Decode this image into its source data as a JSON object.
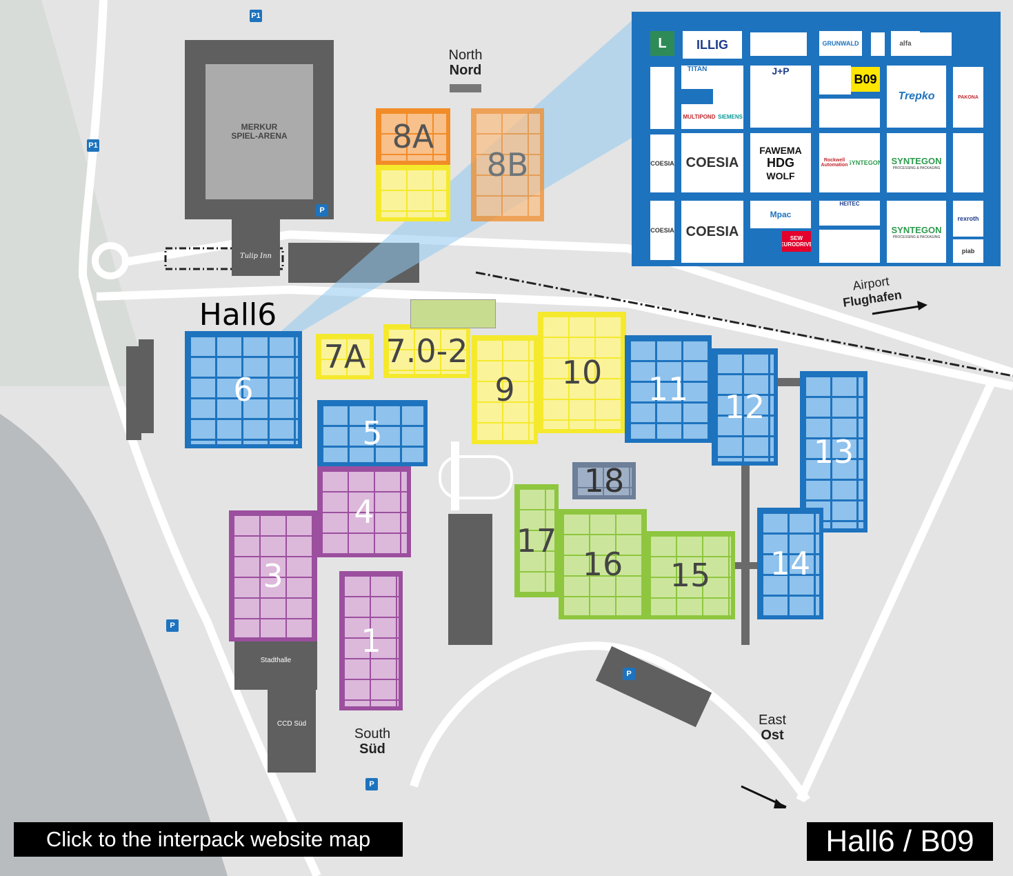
{
  "hall_labels": {
    "h6": "6",
    "h5": "5",
    "h4": "4",
    "h3": "3",
    "h1": "1",
    "h7a": "7A",
    "h702": "7.0-2",
    "h9": "9",
    "h10": "10",
    "h11": "11",
    "h12": "12",
    "h13": "13",
    "h14": "14",
    "h15": "15",
    "h16": "16",
    "h17": "17",
    "h18": "18",
    "h8a": "8A",
    "h8b": "8B"
  },
  "places": {
    "arena": "MERKUR\nSPIEL-ARENA",
    "hotel": "Tulip Inn",
    "stadthalle": "Stadthalle",
    "ccd_sued": "CCD Süd"
  },
  "directions": {
    "north_en": "North",
    "north_de": "Nord",
    "south_en": "South",
    "south_de": "Süd",
    "east_en": "East",
    "east_de": "Ost",
    "airport_en": "Airport",
    "airport_de": "Flughafen"
  },
  "parking": {
    "p1": "P1",
    "p_generic": "P"
  },
  "highlight": {
    "hall_title": "Hall6",
    "booth": "B09"
  },
  "inset_logos": {
    "illig": "ILLIG",
    "grunwald": "GRUNWALD",
    "alfa": "alfa",
    "titan": "TITAN",
    "jp": "J+P",
    "multipond": "MULTIPOND",
    "siemens": "SIEMENS",
    "trepko": "Trepko",
    "coesia": "COESIA",
    "fawema": "FAWEMA",
    "hdg": "HDG",
    "wolf": "WOLF",
    "rockwell": "Rockwell Automation",
    "syntegon": "SYNTEGON",
    "syntegon_sub": "PROCESSING & PACKAGING",
    "mpac": "Mpac",
    "sew": "SEW EURODRIVE",
    "heitec": "HEITEC",
    "rexroth": "rexroth",
    "piab": "piab",
    "pakona": "PAKONA"
  },
  "footer": {
    "map_link": "Click to the interpack website map",
    "location": "Hall6 / B09"
  },
  "colors": {
    "hall_blue": "#1e73be",
    "hall_purple": "#9b4f9e",
    "hall_yellow": "#f5e92d",
    "hall_green": "#8ec63f",
    "hall_orange": "#f28c28",
    "booth_highlight": "#ffe600"
  }
}
